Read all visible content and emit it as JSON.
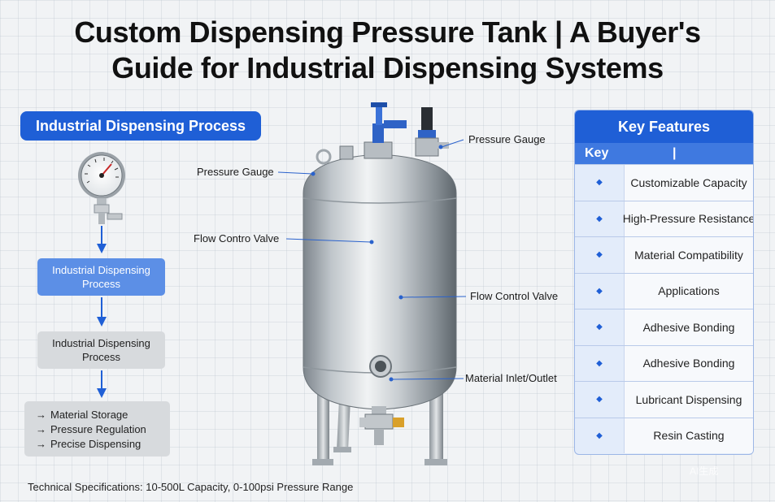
{
  "title": {
    "line1": "Custom Dispensing Pressure Tank | A Buyer's",
    "line2": "Guide for Industrial Dispensing Systems"
  },
  "process": {
    "header": "Industrial Dispensing Process",
    "box1": "Industrial Dispensing Process",
    "box2": "Industrial Dispensing Process",
    "steps": [
      {
        "arrow": "→",
        "label": "Material Storage"
      },
      {
        "arrow": "→",
        "label": "Pressure Regulation"
      },
      {
        "arrow": "→",
        "label": "Precise Dispensing"
      }
    ]
  },
  "callouts": {
    "pressure_gauge_left": "Pressure Gauge",
    "pressure_gauge_right": "Pressure Gauge",
    "flow_valve_left": "Flow Contro Valve",
    "flow_valve_right": "Flow Control Valve",
    "material_inlet": "Material Inlet/Outlet"
  },
  "specs": "Technical Specifications: 10-500L Capacity, 0-100psi Pressure Range",
  "features": {
    "header": "Key Features",
    "sub_left": "Key",
    "sub_right": "|",
    "bullet": "◆",
    "items": [
      "Customizable Capacity",
      "High-Pressure Resistance",
      "Material Compatibility",
      "Applications",
      "Adhesive Bonding",
      "Adhesive Bonding",
      "Lubricant Dispensing",
      "Resin Casting"
    ]
  },
  "watermark": "AI生成",
  "colors": {
    "accent": "#1f5fd6",
    "light_accent": "#5c8fe6",
    "panel": "#e3ecfa"
  }
}
